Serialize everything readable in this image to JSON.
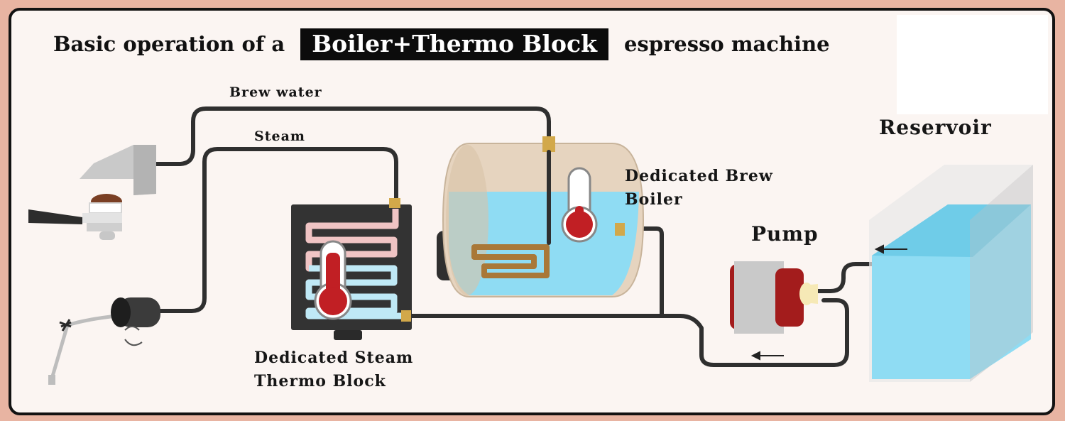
{
  "title": {
    "prefix": "Basic operation of a",
    "highlight": "Boiler+Thermo Block",
    "suffix": "espresso machine"
  },
  "labels": {
    "brew_water": "Brew water",
    "steam": "Steam",
    "boiler_line1": "Dedicated Brew",
    "boiler_line2": "Boiler",
    "pump": "Pump",
    "reservoir": "Reservoir",
    "thermo_line1": "Dedicated Steam",
    "thermo_line2": "Thermo Block"
  },
  "colors": {
    "frame_border": "#121212",
    "background": "#fbf5f2",
    "outer_background": "#e8b4a2",
    "pipe": "#2f2f2f",
    "water": "#8fdcf3",
    "boiler_body": "#e6d4bf",
    "thermometer_red": "#c11f24",
    "fitting_brass": "#d2a84a",
    "pump_red": "#a31c1c"
  },
  "icons": [
    "group-head-icon",
    "portafilter-icon",
    "steam-wand-icon",
    "steam-knob-icon",
    "rotate-arrows-icon",
    "thermometer-icon",
    "heating-element-icon",
    "pump-icon",
    "flow-arrow-icon"
  ]
}
